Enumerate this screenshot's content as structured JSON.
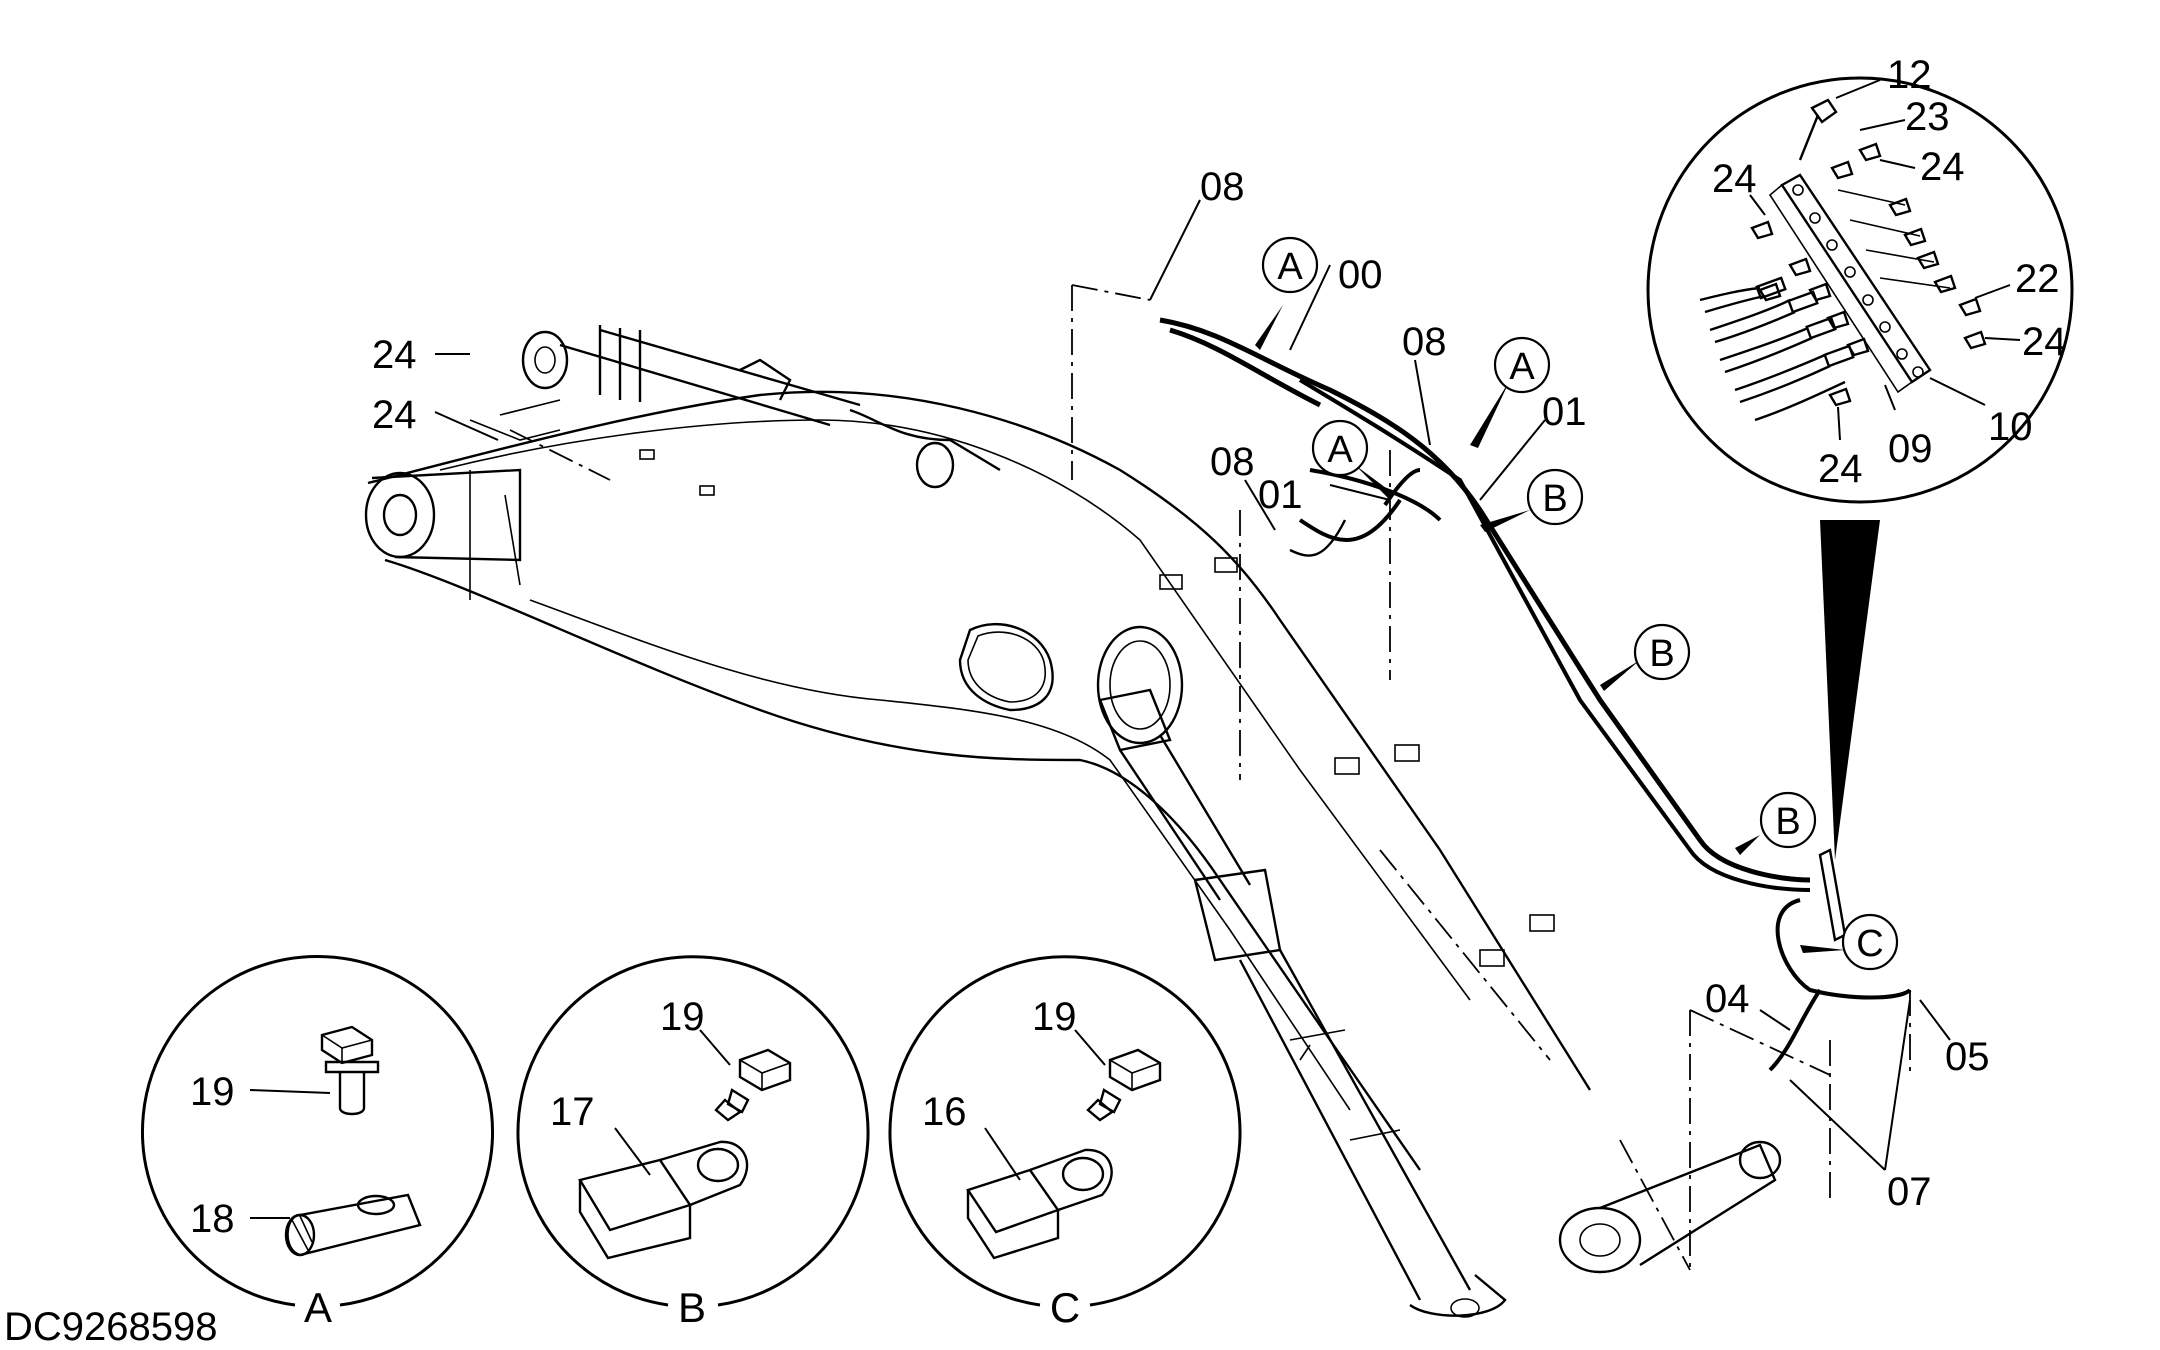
{
  "drawing_code": "DC9268598",
  "part_callouts": [
    {
      "id": "c08a",
      "text": "08"
    },
    {
      "id": "c00",
      "text": "00"
    },
    {
      "id": "c08b",
      "text": "08"
    },
    {
      "id": "c01a",
      "text": "01"
    },
    {
      "id": "c08c",
      "text": "08"
    },
    {
      "id": "c01b",
      "text": "01"
    },
    {
      "id": "c24a",
      "text": "24"
    },
    {
      "id": "c24b",
      "text": "24"
    },
    {
      "id": "c04",
      "text": "04"
    },
    {
      "id": "c05",
      "text": "05"
    },
    {
      "id": "c07",
      "text": "07"
    }
  ],
  "view_markers": [
    {
      "id": "mA1",
      "text": "A"
    },
    {
      "id": "mA2",
      "text": "A"
    },
    {
      "id": "mA3",
      "text": "A"
    },
    {
      "id": "mB1",
      "text": "B"
    },
    {
      "id": "mB2",
      "text": "B"
    },
    {
      "id": "mB3",
      "text": "B"
    },
    {
      "id": "mC1",
      "text": "C"
    }
  ],
  "manifold_detail": {
    "callouts": [
      "12",
      "23",
      "24",
      "24",
      "22",
      "24",
      "10",
      "09",
      "24"
    ]
  },
  "clamp_details": [
    {
      "title": "A",
      "callouts": [
        "19",
        "18"
      ]
    },
    {
      "title": "B",
      "callouts": [
        "19",
        "17"
      ]
    },
    {
      "title": "C",
      "callouts": [
        "19",
        "16"
      ]
    }
  ]
}
